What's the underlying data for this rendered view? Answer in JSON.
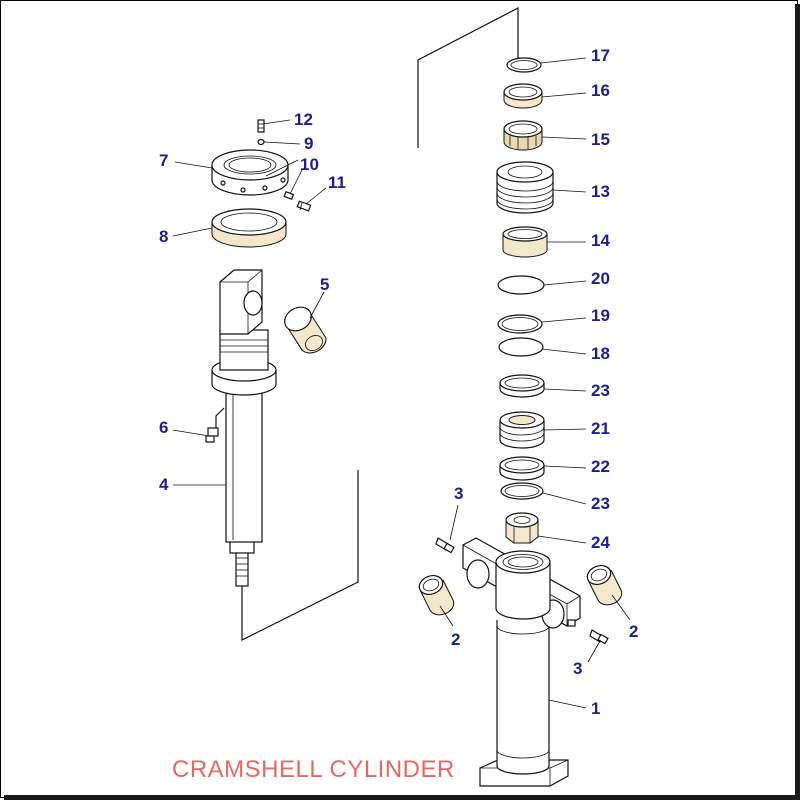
{
  "title": "CRAMSHELL CYLINDER",
  "colors": {
    "label": "#1a1f8f",
    "title": "#e36a60",
    "line": "#111111",
    "part_fill": "#f4e7cc"
  },
  "labels": {
    "l17": "17",
    "l16": "16",
    "l15": "15",
    "l13": "13",
    "l14": "14",
    "l20": "20",
    "l19": "19",
    "l18": "18",
    "l23a": "23",
    "l21": "21",
    "l22": "22",
    "l23b": "23",
    "l24": "24",
    "l3a": "3",
    "l2a": "2",
    "l2b": "2",
    "l3b": "3",
    "l1": "1",
    "l12": "12",
    "l9": "9",
    "l7": "7",
    "l10": "10",
    "l11": "11",
    "l8": "8",
    "l5": "5",
    "l6": "6",
    "l4": "4"
  }
}
